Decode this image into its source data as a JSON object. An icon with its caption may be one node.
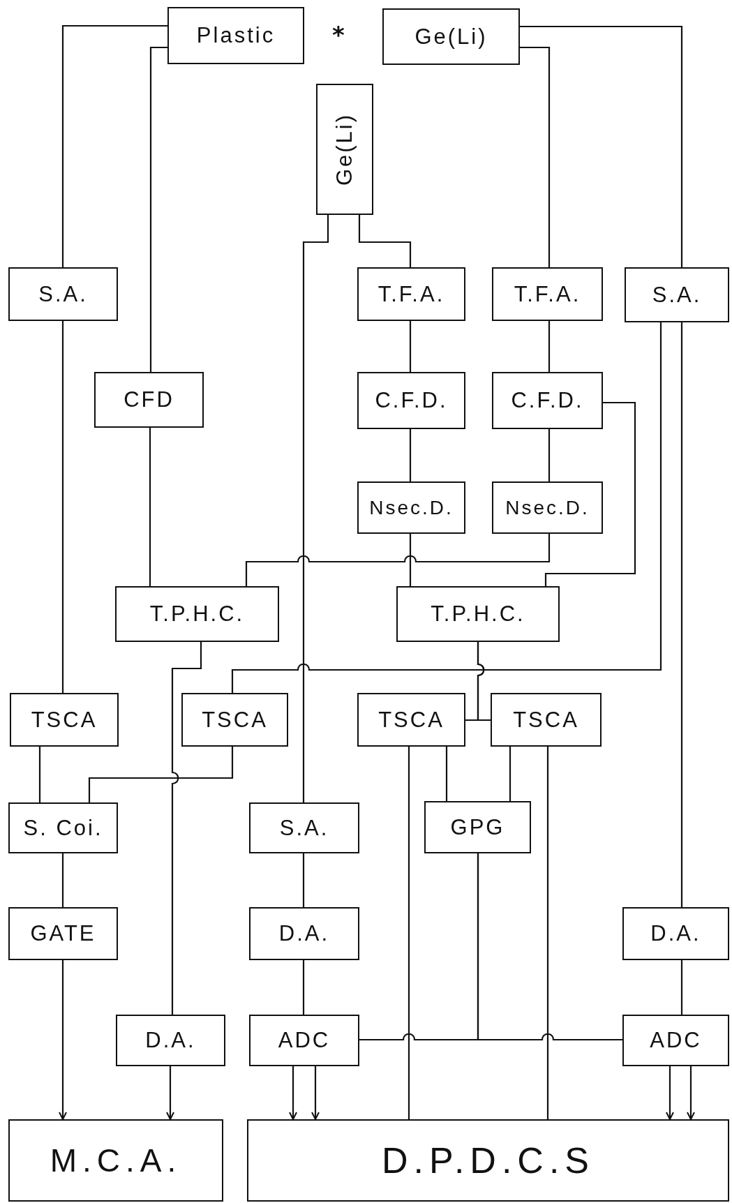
{
  "diagram": {
    "nodes": [
      {
        "text": [
          "Plastic"
        ]
      },
      {
        "text": [
          "Ge(Li)"
        ]
      },
      {
        "text": [
          "Ge(Li)"
        ]
      },
      {
        "text": [
          "S.A."
        ]
      },
      {
        "text": [
          "T.F.A."
        ]
      },
      {
        "text": [
          "T.F.A."
        ]
      },
      {
        "text": [
          "S.A."
        ]
      },
      {
        "text": [
          "CFD"
        ]
      },
      {
        "text": [
          "C.F.D."
        ]
      },
      {
        "text": [
          "C.F.D."
        ]
      },
      {
        "text": [
          "Nsec.D."
        ]
      },
      {
        "text": [
          "Nsec.D."
        ]
      },
      {
        "text": [
          "T.P.H.C."
        ]
      },
      {
        "text": [
          "T.P.H.C."
        ]
      },
      {
        "text": [
          "TSCA"
        ]
      },
      {
        "text": [
          "TSCA"
        ]
      },
      {
        "text": [
          "TSCA"
        ]
      },
      {
        "text": [
          "TSCA"
        ]
      },
      {
        "text": [
          "S. Coi."
        ]
      },
      {
        "text": [
          "S.A."
        ]
      },
      {
        "text": [
          "GPG"
        ]
      },
      {
        "text": [
          "GATE"
        ]
      },
      {
        "text": [
          "D.A."
        ]
      },
      {
        "text": [
          "D.A."
        ]
      },
      {
        "text": [
          "D.A."
        ]
      },
      {
        "text": [
          "ADC"
        ]
      },
      {
        "text": [
          "ADC"
        ]
      },
      {
        "text": [
          "M.C.A."
        ]
      },
      {
        "text": [
          "D.P.D.C.S"
        ]
      }
    ],
    "edges": [
      {
        "from": 0,
        "to": 3,
        "arrow": "none"
      },
      {
        "from": 0,
        "to": 7,
        "arrow": "none"
      },
      {
        "from": 1,
        "to": 6,
        "arrow": "none"
      },
      {
        "from": 1,
        "to": 5,
        "arrow": "none"
      },
      {
        "from": 2,
        "to": 19,
        "arrow": "none"
      },
      {
        "from": 2,
        "to": 4,
        "arrow": "none"
      },
      {
        "from": 3,
        "to": 14,
        "arrow": "none"
      },
      {
        "from": 7,
        "to": 12,
        "arrow": "none"
      },
      {
        "from": 4,
        "to": 8,
        "arrow": "none"
      },
      {
        "from": 5,
        "to": 9,
        "arrow": "none"
      },
      {
        "from": 8,
        "to": 10,
        "arrow": "none"
      },
      {
        "from": 9,
        "to": 11,
        "arrow": "none"
      },
      {
        "from": 10,
        "to": 13,
        "arrow": "none"
      },
      {
        "from": 11,
        "to": 12,
        "arrow": "none"
      },
      {
        "from": 9,
        "to": 13,
        "arrow": "none"
      },
      {
        "from": 6,
        "to": 15,
        "arrow": "none"
      },
      {
        "from": 6,
        "to": 23,
        "arrow": "none"
      },
      {
        "from": 12,
        "to": 24,
        "arrow": "none"
      },
      {
        "from": 13,
        "to": 16,
        "arrow": "none"
      },
      {
        "from": 13,
        "to": 17,
        "arrow": "none"
      },
      {
        "from": 14,
        "to": 18,
        "arrow": "none"
      },
      {
        "from": 15,
        "to": 18,
        "arrow": "none"
      },
      {
        "from": 16,
        "to": 20,
        "arrow": "none"
      },
      {
        "from": 17,
        "to": 20,
        "arrow": "none"
      },
      {
        "from": 16,
        "to": 28,
        "arrow": "none"
      },
      {
        "from": 17,
        "to": 28,
        "arrow": "none"
      },
      {
        "from": 18,
        "to": 21,
        "arrow": "none"
      },
      {
        "from": 21,
        "to": 27,
        "arrow": "to"
      },
      {
        "from": 24,
        "to": 27,
        "arrow": "to"
      },
      {
        "from": 19,
        "to": 22,
        "arrow": "none"
      },
      {
        "from": 22,
        "to": 25,
        "arrow": "none"
      },
      {
        "from": 25,
        "to": 28,
        "arrow": "to"
      },
      {
        "from": 25,
        "to": 28,
        "arrow": "to"
      },
      {
        "from": 23,
        "to": 26,
        "arrow": "none"
      },
      {
        "from": 26,
        "to": 28,
        "arrow": "to"
      },
      {
        "from": 26,
        "to": 28,
        "arrow": "to"
      },
      {
        "from": 20,
        "to": 25,
        "arrow": "none"
      },
      {
        "from": 20,
        "to": 26,
        "arrow": "none"
      }
    ],
    "labels": [
      "*"
    ]
  }
}
